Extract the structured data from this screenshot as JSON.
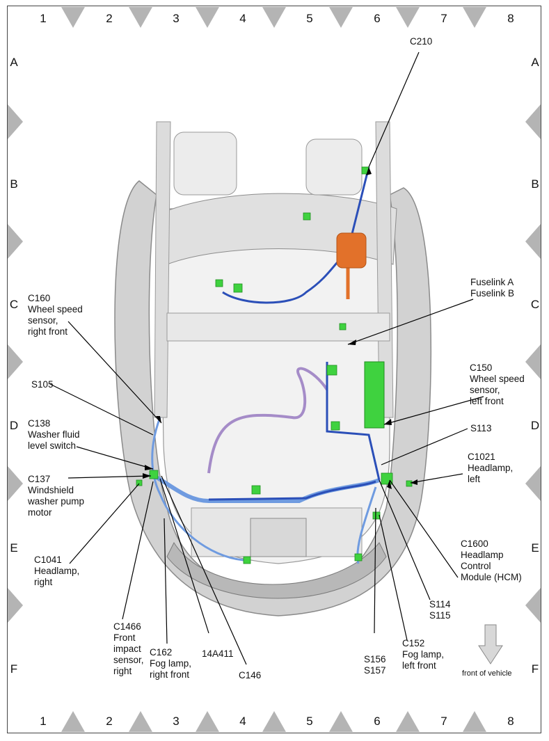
{
  "grid": {
    "columns": [
      "1",
      "2",
      "3",
      "4",
      "5",
      "6",
      "7",
      "8"
    ],
    "rows": [
      "A",
      "B",
      "C",
      "D",
      "E",
      "F"
    ]
  },
  "labels": {
    "c210": "C210",
    "fuselink": "Fuselink A\nFuselink B",
    "c160": "C160\nWheel speed\nsensor,\nright front",
    "s105": "S105",
    "c138": "C138\nWasher fluid\nlevel switch",
    "c137": "C137\nWindshield\nwasher pump\nmotor",
    "c1041": "C1041\nHeadlamp,\nright",
    "c1466": "C1466\nFront\nimpact\nsensor,\nright",
    "c162": "C162\nFog lamp,\nright front",
    "a14a411": "14A411",
    "c146": "C146",
    "c150": "C150\nWheel speed\nsensor,\nleft front",
    "s113": "S113",
    "c1021": "C1021\nHeadlamp,\nleft",
    "c1600": "C1600\nHeadlamp\nControl\nModule (HCM)",
    "s114": "S114\nS115",
    "c152": "C152\nFog lamp,\nleft front",
    "s156": "S156\nS157"
  },
  "front_of_vehicle": "front of vehicle",
  "colors": {
    "harness_blue": "#2b4fb8",
    "harness_light": "#6f9be0",
    "connector_green": "#3fd23f",
    "fuse_orange": "#e2712a",
    "harness_purple": "#a58cc8",
    "body_gray": "#c8c8c8"
  }
}
